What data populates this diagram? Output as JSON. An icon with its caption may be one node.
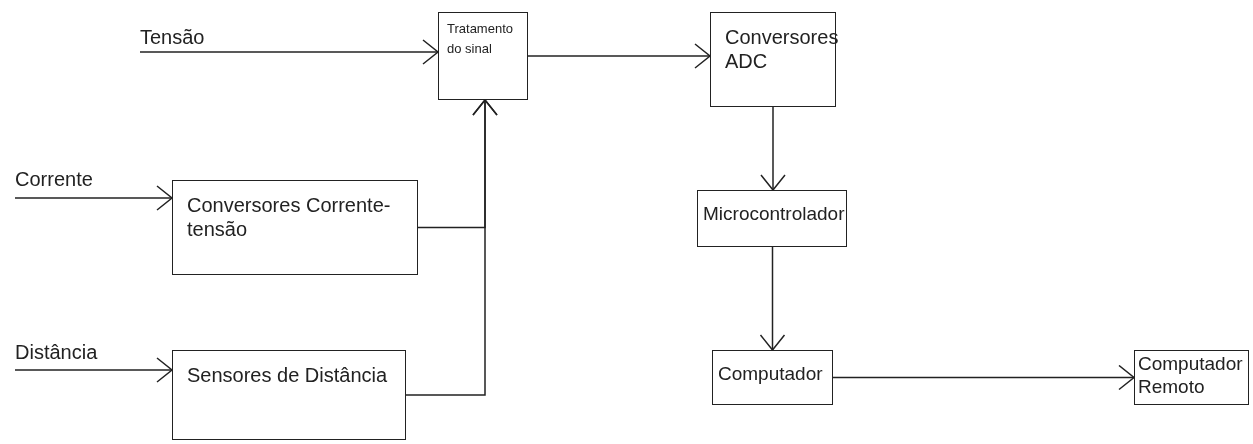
{
  "diagram": {
    "nodes": [
      {
        "text": [
          "Tensão"
        ]
      },
      {
        "text": [
          "Tratamento do sinal"
        ]
      },
      {
        "text": [
          "Conversores ADC"
        ]
      },
      {
        "text": [
          "Corrente"
        ]
      },
      {
        "text": [
          "Conversores Corrente-tensão"
        ]
      },
      {
        "text": [
          "Microcontrolador"
        ]
      },
      {
        "text": [
          "Distância"
        ]
      },
      {
        "text": [
          "Sensores de Distância"
        ]
      },
      {
        "text": [
          "Computador"
        ]
      },
      {
        "text": [
          "Computador Remoto"
        ]
      }
    ],
    "edges": [
      {
        "from": 0,
        "to": 1,
        "arrow": "to"
      },
      {
        "from": 1,
        "to": 2,
        "arrow": "to"
      },
      {
        "from": 3,
        "to": 4,
        "arrow": "to"
      },
      {
        "from": 4,
        "to": 1,
        "arrow": "to"
      },
      {
        "from": 2,
        "to": 5,
        "arrow": "to"
      },
      {
        "from": 6,
        "to": 7,
        "arrow": "to"
      },
      {
        "from": 7,
        "to": 1,
        "arrow": "to"
      },
      {
        "from": 5,
        "to": 8,
        "arrow": "to"
      },
      {
        "from": 8,
        "to": 9,
        "arrow": "to"
      }
    ]
  }
}
